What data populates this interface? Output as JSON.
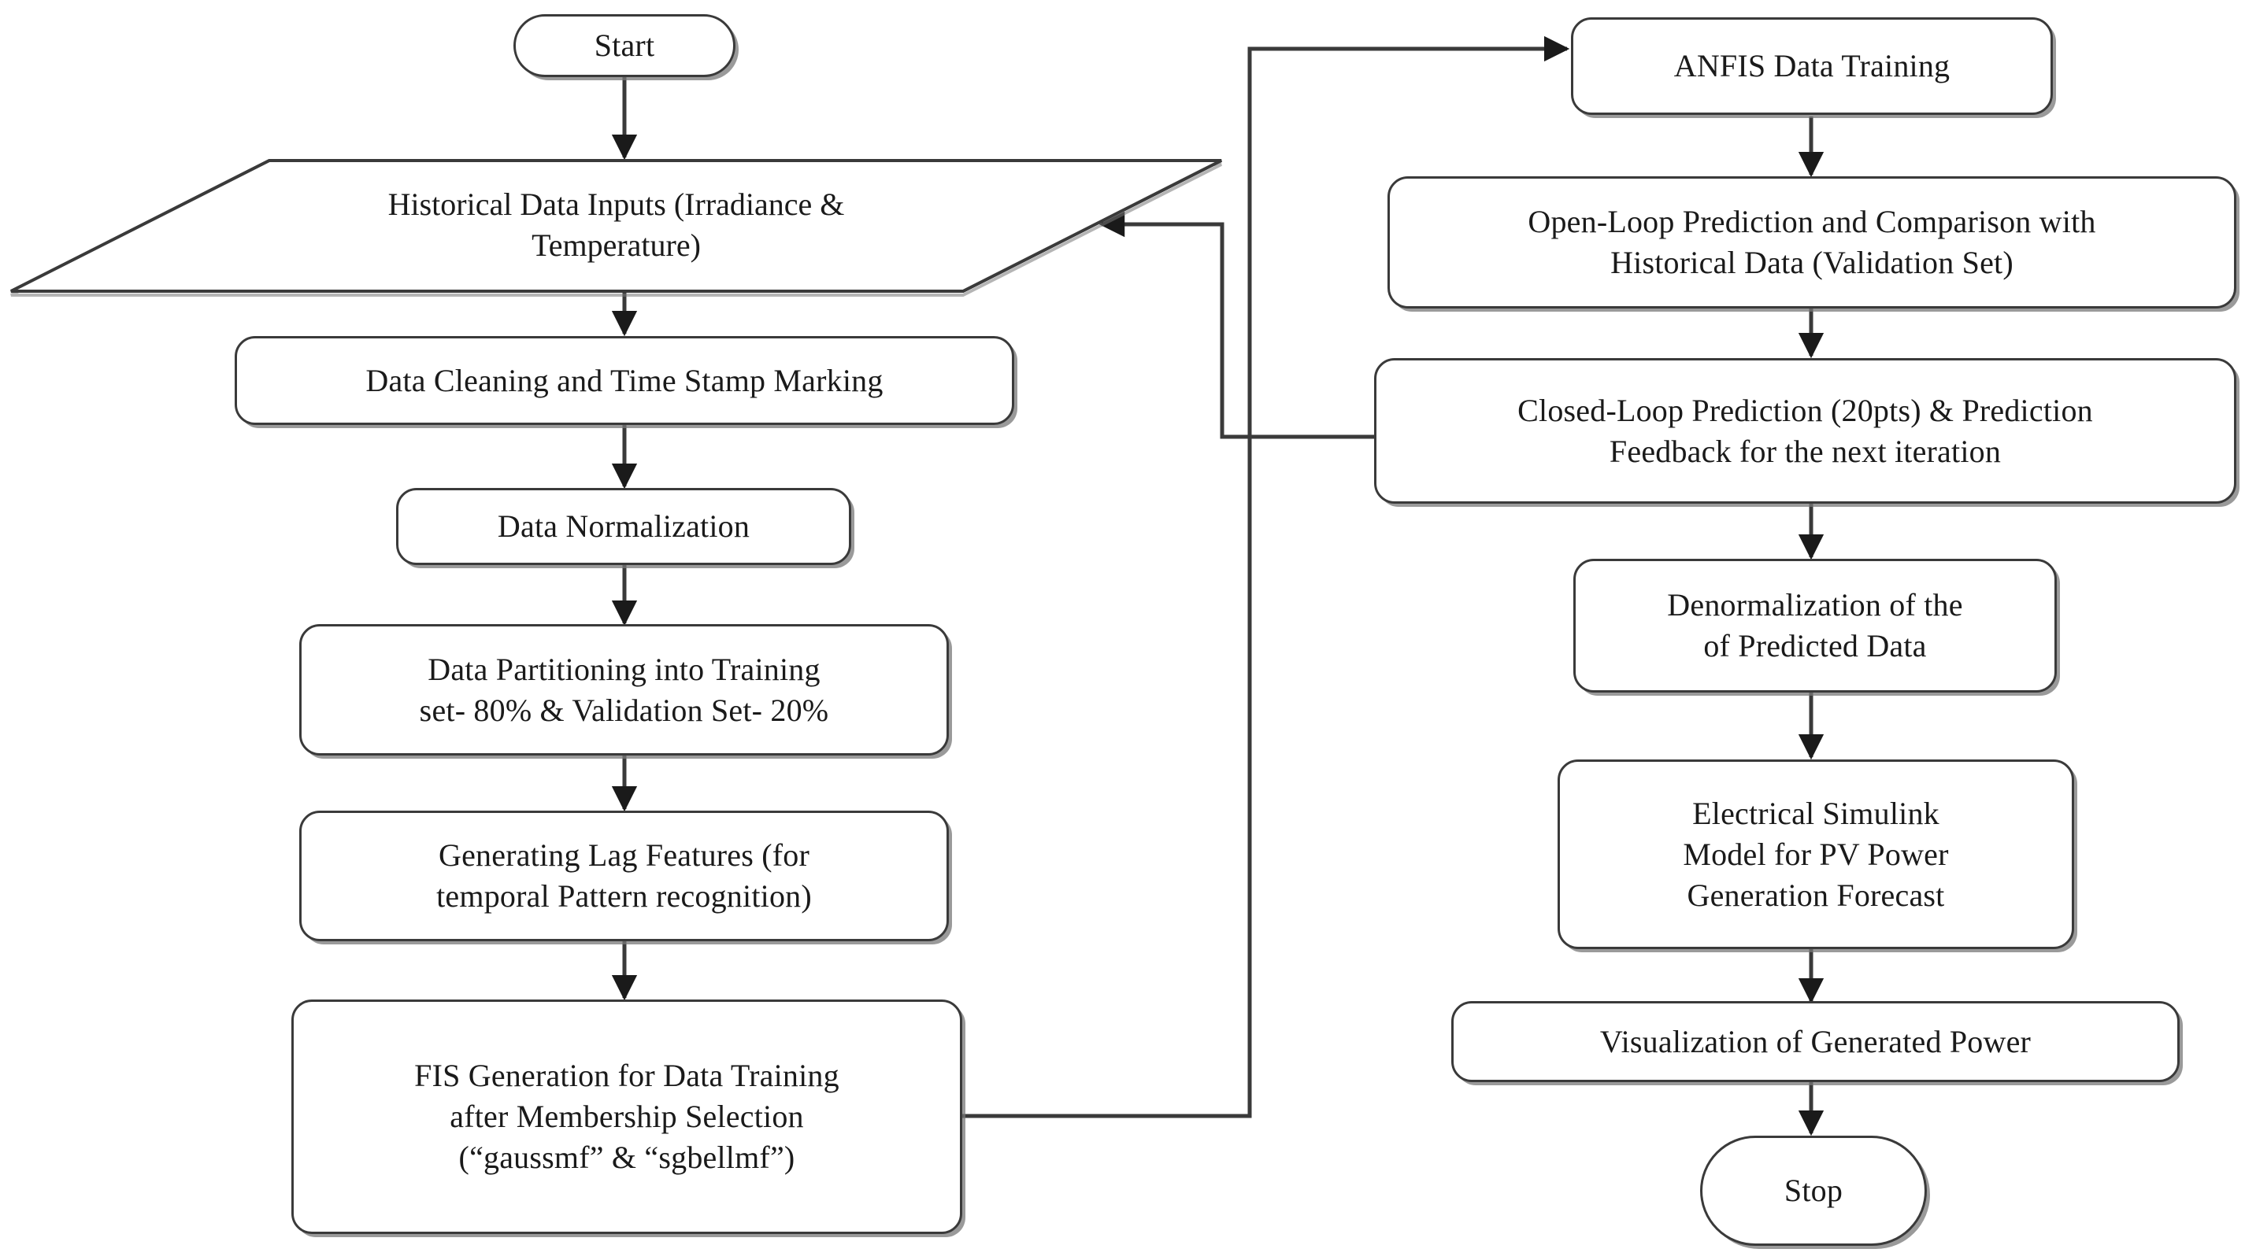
{
  "diagram": {
    "title": "ANFIS-based PV Power Generation Forecasting Flowchart",
    "line_color": "#3a3a3a",
    "shadow_color": "#787878",
    "text_color": "#1a1a1a",
    "background": "#ffffff"
  },
  "nodes": {
    "start": {
      "label": "Start",
      "shape": "terminator"
    },
    "historical_data": {
      "label": "Historical Data Inputs (Irradiance &\nTemperature)",
      "shape": "parallelogram"
    },
    "data_cleaning": {
      "label": "Data Cleaning and Time Stamp Marking",
      "shape": "process"
    },
    "data_normalization": {
      "label": "Data Normalization",
      "shape": "process"
    },
    "data_partitioning": {
      "label": "Data Partitioning into Training\nset- 80% & Validation Set- 20%",
      "shape": "process"
    },
    "lag_features": {
      "label": "Generating Lag Features (for\ntemporal Pattern recognition)",
      "shape": "process"
    },
    "fis_generation": {
      "label": "FIS Generation for Data Training\nafter Membership Selection\n(“gaussmf” & “sgbellmf”)",
      "shape": "process"
    },
    "anfis_training": {
      "label": "ANFIS Data Training",
      "shape": "process"
    },
    "open_loop": {
      "label": "Open-Loop Prediction and Comparison with\nHistorical Data (Validation Set)",
      "shape": "process"
    },
    "closed_loop": {
      "label": "Closed-Loop Prediction (20pts) & Prediction\nFeedback for the next iteration",
      "shape": "process"
    },
    "denormalization": {
      "label": "Denormalization of the\nof Predicted Data",
      "shape": "process"
    },
    "simulink_model": {
      "label": "Electrical Simulink\nModel for PV Power\nGeneration Forecast",
      "shape": "process"
    },
    "visualization": {
      "label": "Visualization of Generated Power",
      "shape": "process"
    },
    "stop": {
      "label": "Stop",
      "shape": "terminator"
    }
  },
  "edges": [
    {
      "id": "start-to-historical",
      "from": "start",
      "to": "historical_data",
      "arrow": true
    },
    {
      "id": "historical-to-cleaning",
      "from": "historical_data",
      "to": "data_cleaning",
      "arrow": true
    },
    {
      "id": "cleaning-to-normalization",
      "from": "data_cleaning",
      "to": "data_normalization",
      "arrow": true
    },
    {
      "id": "normalization-to-partitioning",
      "from": "data_normalization",
      "to": "data_partitioning",
      "arrow": true
    },
    {
      "id": "partitioning-to-lag",
      "from": "data_partitioning",
      "to": "lag_features",
      "arrow": true
    },
    {
      "id": "lag-to-fis",
      "from": "lag_features",
      "to": "fis_generation",
      "arrow": true
    },
    {
      "id": "fis-to-anfis",
      "from": "fis_generation",
      "to": "anfis_training",
      "arrow": true
    },
    {
      "id": "anfis-to-openloop",
      "from": "anfis_training",
      "to": "open_loop",
      "arrow": true
    },
    {
      "id": "openloop-to-closedloop",
      "from": "open_loop",
      "to": "closed_loop",
      "arrow": true
    },
    {
      "id": "closedloop-feedback-to-historical",
      "from": "closed_loop",
      "to": "historical_data",
      "arrow": true
    },
    {
      "id": "closedloop-to-denormalization",
      "from": "closed_loop",
      "to": "denormalization",
      "arrow": true
    },
    {
      "id": "denormalization-to-simulink",
      "from": "denormalization",
      "to": "simulink_model",
      "arrow": true
    },
    {
      "id": "simulink-to-visualization",
      "from": "simulink_model",
      "to": "visualization",
      "arrow": true
    },
    {
      "id": "visualization-to-stop",
      "from": "visualization",
      "to": "stop",
      "arrow": true
    }
  ]
}
